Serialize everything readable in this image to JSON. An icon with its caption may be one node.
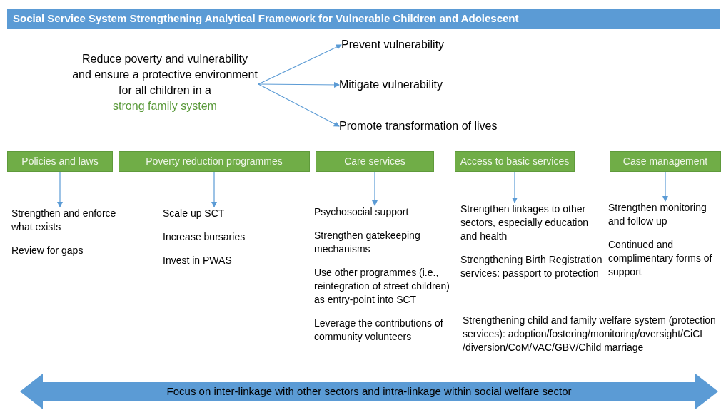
{
  "diagram": {
    "title": "Social Service System Strengthening Analytical Framework for Vulnerable Children and Adolescent",
    "nodes": [
      {
        "text": [
          "Reduce poverty and vulnerability and ensure a protective environment for all children in a",
          "strong family system"
        ]
      },
      {
        "text": [
          "Prevent vulnerability"
        ]
      },
      {
        "text": [
          "Mitigate vulnerability"
        ]
      },
      {
        "text": [
          "Promote transformation of lives"
        ]
      },
      {
        "text": [
          "Policies and laws"
        ]
      },
      {
        "text": [
          "Poverty reduction programmes"
        ]
      },
      {
        "text": [
          "Care services"
        ]
      },
      {
        "text": [
          "Access to basic services"
        ]
      },
      {
        "text": [
          "Case management"
        ]
      },
      {
        "text": [
          "Strengthen and enforce what exists",
          "Review for gaps"
        ]
      },
      {
        "text": [
          "Scale up SCT",
          "Increase bursaries",
          "Invest in PWAS"
        ]
      },
      {
        "text": [
          "Psychosocial support",
          "Strengthen gatekeeping mechanisms",
          "Use other programmes (i.e., reintegration of street children) as entry-point into SCT",
          "Leverage the contributions of community volunteers"
        ]
      },
      {
        "text": [
          "Strengthen linkages to other sectors, especially education and health",
          "Strengthening Birth Registration services: passport to protection"
        ]
      },
      {
        "text": [
          "Strengthen monitoring and follow up",
          "Continued and complimentary forms of support"
        ]
      },
      {
        "text": [
          "Focus on inter-linkage with other sectors and intra-linkage within social welfare sector"
        ]
      }
    ],
    "edges": [
      {
        "from": 0,
        "to": 1,
        "arrow": "to"
      },
      {
        "from": 0,
        "to": 2,
        "arrow": "to"
      },
      {
        "from": 0,
        "to": 3,
        "arrow": "to"
      },
      {
        "from": 4,
        "to": 9,
        "arrow": "to"
      },
      {
        "from": 5,
        "to": 10,
        "arrow": "to"
      },
      {
        "from": 6,
        "to": 11,
        "arrow": "to"
      },
      {
        "from": 7,
        "to": 12,
        "arrow": "to"
      },
      {
        "from": 8,
        "to": 13,
        "arrow": "to"
      }
    ],
    "labels": [
      "Strengthening child and family welfare system (protection services): adoption/fostering/monitoring/oversight/CiCL /diversion/CoM/VAC/GBV/Child marriage"
    ]
  }
}
